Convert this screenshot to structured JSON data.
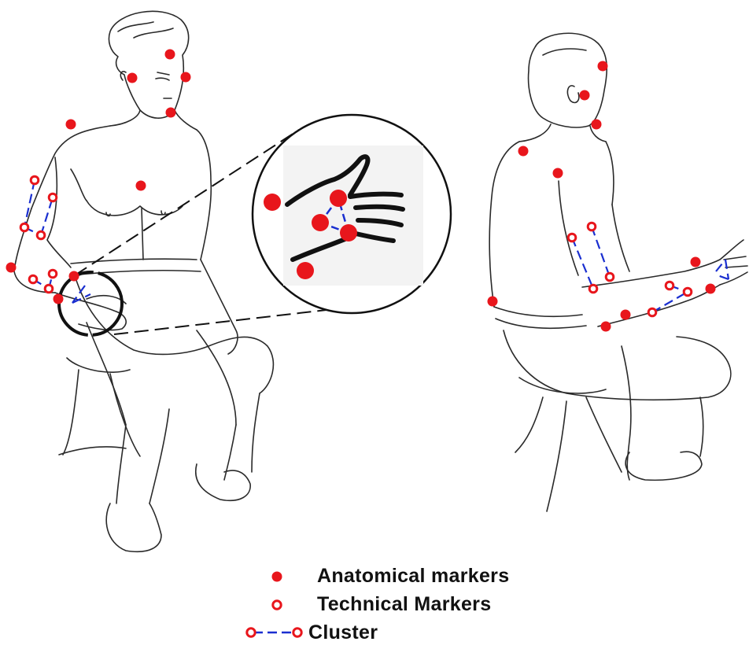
{
  "legend": {
    "anatomical_label": "Anatomical markers",
    "technical_label": "Technical Markers",
    "cluster_label": "Cluster"
  },
  "colors": {
    "marker": "#e8161c",
    "cluster_line": "#1a2fd0",
    "line_art": "#2a2a2a"
  },
  "icons": {
    "anatomical": "filled-dot-icon",
    "technical": "ring-dot-icon",
    "cluster": "ring-dash-ring-icon"
  }
}
